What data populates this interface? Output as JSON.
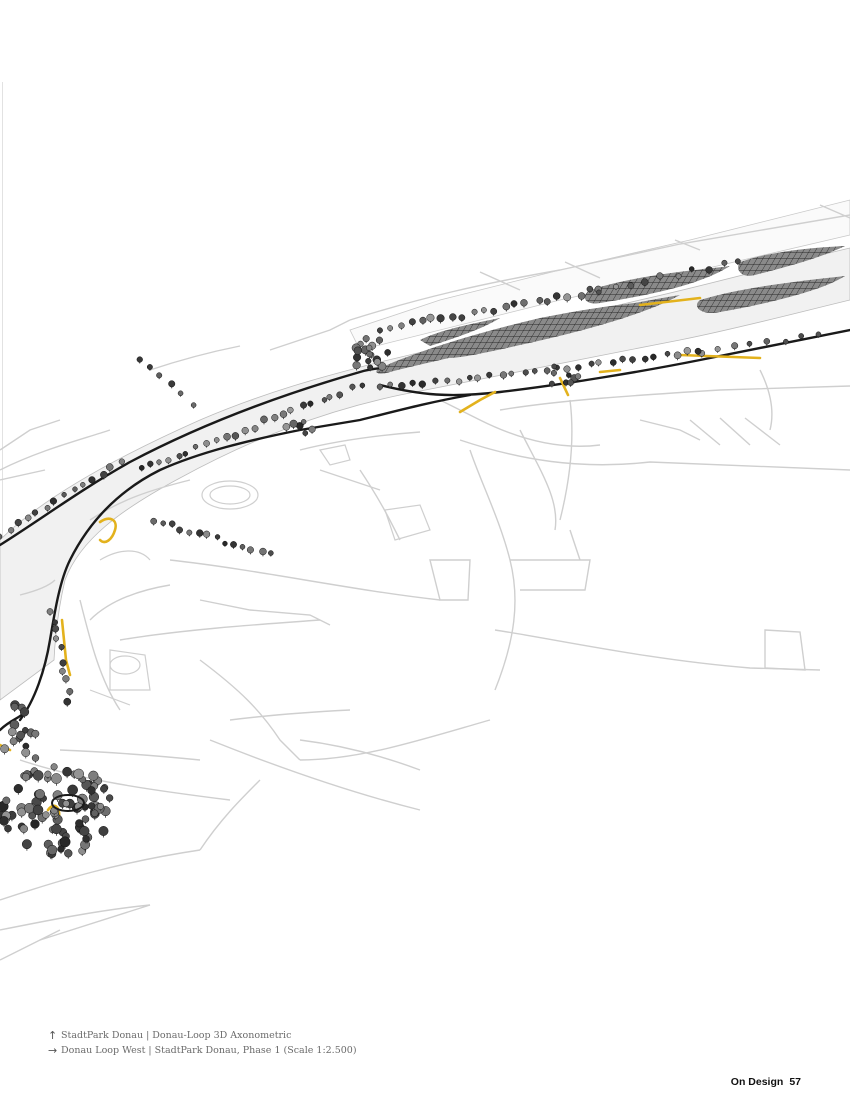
{
  "map": {
    "colors": {
      "river_fill": "#f1f1f1",
      "road_line": "#cfcfcf",
      "path_line": "#1a1a1a",
      "accent_yellow": "#e3b21d",
      "tree": "#2a2a2a",
      "grid_block": "#3a3a3a"
    }
  },
  "captions": [
    {
      "arrow_icon": "arrow-up-icon",
      "arrow": "↑",
      "text": "StadtPark Donau | Donau-Loop 3D Axonometric"
    },
    {
      "arrow_icon": "arrow-right-icon",
      "arrow": "→",
      "text": "Donau Loop West | StadtPark Donau, Phase 1 (Scale 1:2.500)"
    }
  ],
  "footer": {
    "section": "On Design",
    "page_number": "57"
  }
}
